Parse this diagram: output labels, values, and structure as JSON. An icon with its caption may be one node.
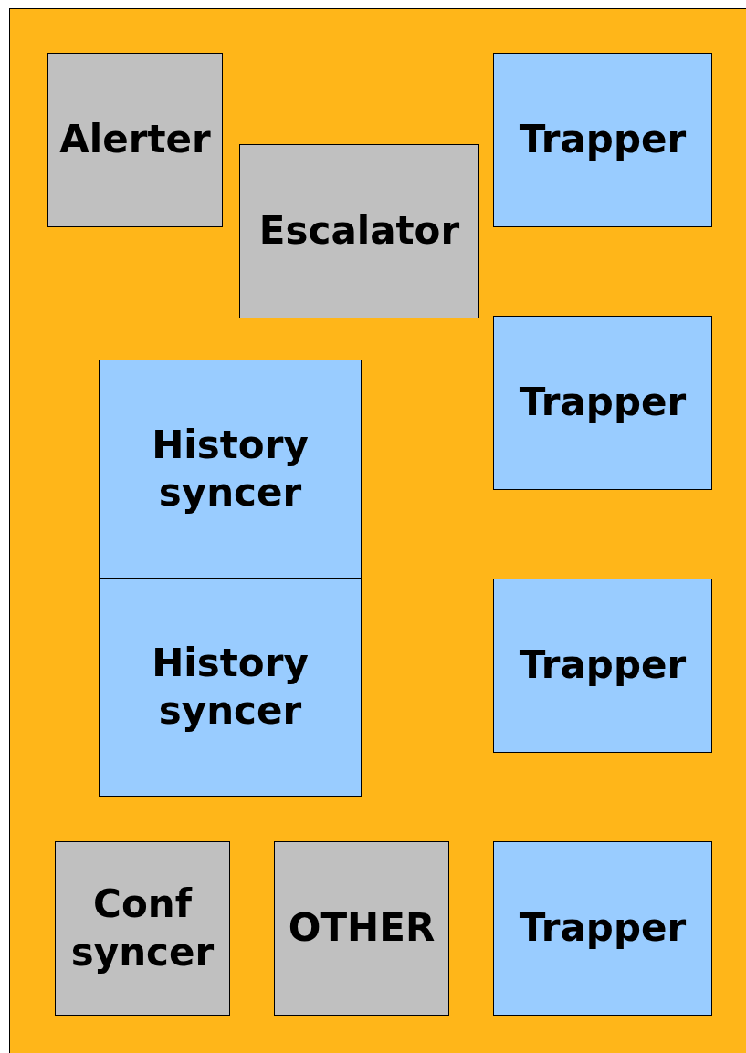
{
  "diagram": {
    "nodes": [
      {
        "text": [],
        "shape": "box"
      },
      {
        "text": [
          "Alerter"
        ],
        "in": 0
      },
      {
        "text": [
          "Trapper"
        ],
        "in": 0
      },
      {
        "text": [
          "Escalator"
        ],
        "in": 0
      },
      {
        "text": [
          "Trapper"
        ],
        "in": 0
      },
      {
        "text": [
          "History syncer"
        ],
        "in": 0
      },
      {
        "text": [
          "History syncer"
        ],
        "in": 0
      },
      {
        "text": [
          "Trapper"
        ],
        "in": 0
      },
      {
        "text": [
          "Conf syncer"
        ],
        "in": 0
      },
      {
        "text": [
          "OTHER"
        ],
        "in": 0
      },
      {
        "text": [
          "Trapper"
        ],
        "in": 0
      }
    ]
  }
}
